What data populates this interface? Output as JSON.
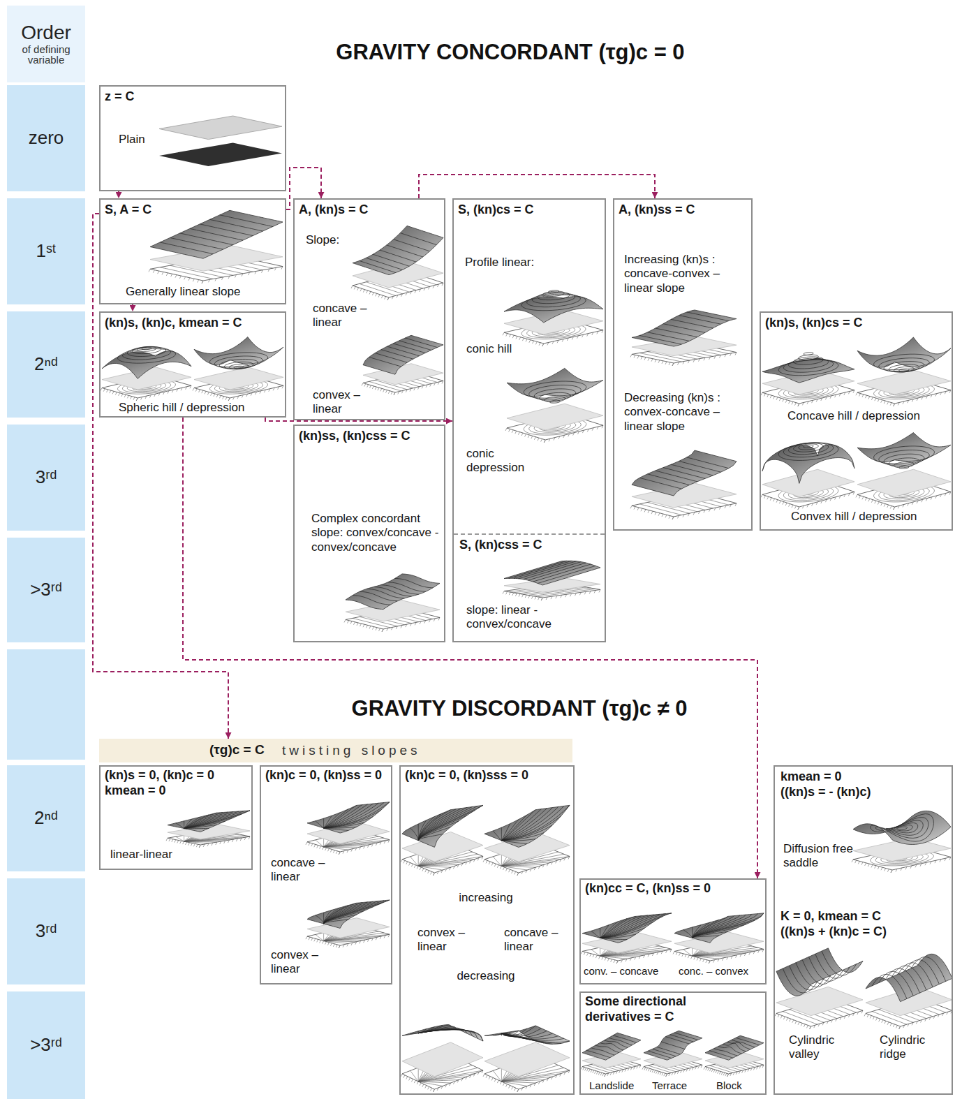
{
  "diagram": {
    "title": "GRAVITY CONCORDANT (τg)c = 0",
    "nodes": [
      {
        "text": [
          "Order",
          "of defining variable"
        ]
      },
      {
        "text": [
          "zero"
        ]
      },
      {
        "text": [
          "1ˢᵗ"
        ]
      },
      {
        "text": [
          "2ⁿᵈ"
        ]
      },
      {
        "text": [
          "3ʳᵈ"
        ]
      },
      {
        "text": [
          ">3ʳᵈ"
        ]
      },
      {
        "text": [
          "2ⁿᵈ"
        ]
      },
      {
        "text": [
          "3ʳᵈ"
        ]
      },
      {
        "text": [
          ">3ʳᵈ"
        ]
      },
      {
        "text": [
          "z = C",
          "Plain"
        ]
      },
      {
        "text": [
          "S, A = C",
          "Generally linear slope"
        ]
      },
      {
        "text": [
          "(kn)s, (kn)c, kmean = C",
          "Spheric hill / depression"
        ]
      },
      {
        "text": [
          "A, (kn)s = C",
          "Slope:",
          "concave – linear",
          "convex – linear"
        ]
      },
      {
        "text": [
          "(kn)ss, (kn)css = C",
          "Complex concordant slope: convex/concave - convex/concave"
        ]
      },
      {
        "text": [
          "S, (kn)cs = C",
          "Profile linear:",
          "conic hill",
          "conic depression"
        ]
      },
      {
        "text": [
          "S, (kn)css = C",
          "slope: linear - convex/concave"
        ],
        "in": 14
      },
      {
        "text": [
          "A, (kn)ss = C",
          "Increasing (kn)s : concave-convex – linear slope",
          "Decreasing (kn)s : convex-concave – linear slope"
        ]
      },
      {
        "text": [
          "(kn)s, (kn)cs = C",
          "Concave hill / depression",
          "Convex hill / depression"
        ]
      },
      {
        "text": [
          "(τg)c = C",
          "twisting slopes"
        ]
      },
      {
        "text": [
          "(kn)s = 0, (kn)c = 0 kmean = 0",
          "linear-linear"
        ]
      },
      {
        "text": [
          "(kn)c = 0, (kn)ss = 0",
          "concave – linear",
          "convex – linear"
        ]
      },
      {
        "text": [
          "(kn)c = 0, (kn)sss = 0",
          "increasing",
          "convex – linear",
          "concave – linear",
          "decreasing"
        ]
      },
      {
        "text": [
          "(kn)cc = C, (kn)ss = 0",
          "conv. – concave",
          "conc. – convex"
        ]
      },
      {
        "text": [
          "Some directional derivatives = C",
          "Landslide",
          "Terrace",
          "Block"
        ]
      },
      {
        "text": [
          "kmean = 0 ((kn)s = - (kn)c)",
          "Diffusion free saddle",
          "K = 0, kmean = C ((kn)s + (kn)c = C)",
          "Cylindric valley",
          "Cylindric ridge"
        ]
      }
    ],
    "edges": [
      {
        "from": 9,
        "to": 10,
        "arrow": "to"
      },
      {
        "from": 10,
        "to": 12,
        "arrow": "to"
      },
      {
        "from": 12,
        "to": 16,
        "arrow": "to"
      },
      {
        "from": 10,
        "to": 11,
        "arrow": "to"
      },
      {
        "from": 11,
        "to": 14,
        "arrow": "to"
      },
      {
        "from": 11,
        "to": 22,
        "arrow": "to"
      },
      {
        "from": 10,
        "to": 18,
        "arrow": "to"
      }
    ],
    "labels": [
      "GRAVITY DISCORDANT (τg)c ≠ 0"
    ]
  }
}
